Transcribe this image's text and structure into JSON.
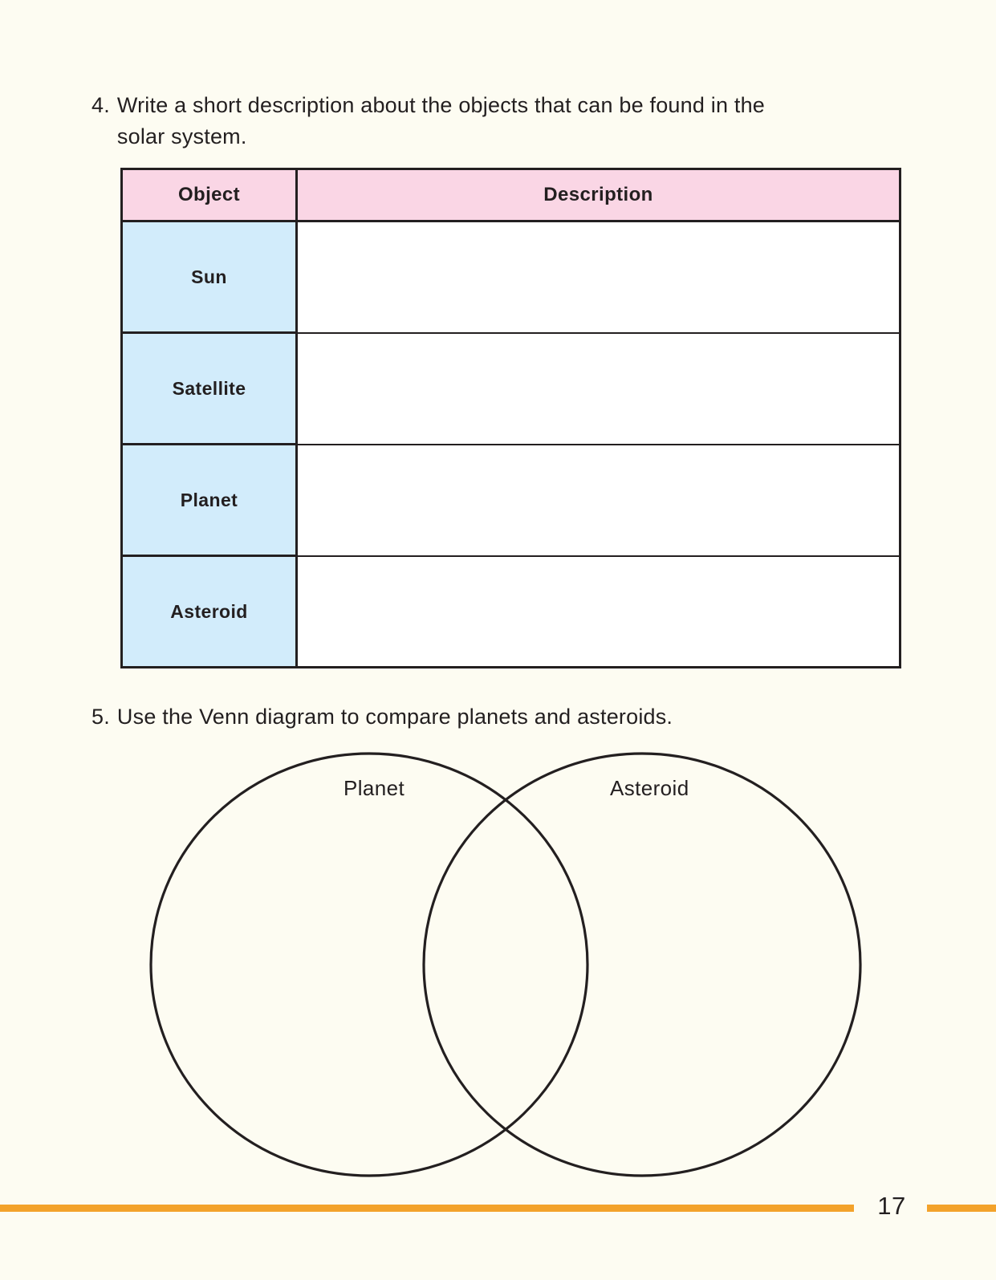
{
  "page": {
    "background_color": "#FDFCF2",
    "number": "17",
    "rule_color": "#F3A22B"
  },
  "questions": [
    {
      "number": "4.",
      "text": "Write a short description about the objects that can be found in the solar system."
    },
    {
      "number": "5.",
      "text": "Use the Venn diagram to compare planets and asteroids."
    }
  ],
  "table": {
    "header_color": "#FAD6E5",
    "row_label_color": "#D2ECFB",
    "columns": [
      "Object",
      "Description"
    ],
    "rows": [
      {
        "object": "Sun",
        "description": ""
      },
      {
        "object": "Satellite",
        "description": ""
      },
      {
        "object": "Planet",
        "description": ""
      },
      {
        "object": "Asteroid",
        "description": ""
      }
    ]
  },
  "venn": {
    "left_label": "Planet",
    "right_label": "Asteroid",
    "stroke_color": "#231f20"
  }
}
